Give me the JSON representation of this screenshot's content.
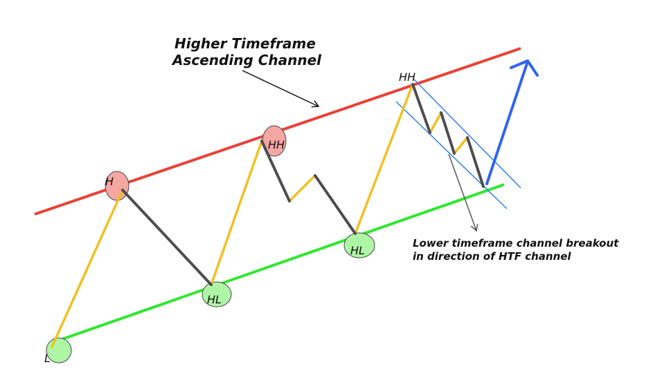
{
  "diagram": {
    "title_lines": [
      "Higher Timeframe",
      "Ascending Channel"
    ],
    "annotation_lines": [
      "Lower timeframe channel breakout",
      "in direction of HTF channel"
    ],
    "points": {
      "l": "L",
      "h": "H",
      "hl1": "HL",
      "hh1": "HH",
      "hl2": "HL",
      "hh2": "HH"
    },
    "colors": {
      "resistance_line": "#ec4035",
      "support_line": "#2ee82e",
      "up_leg": "#f2c020",
      "down_leg": "#4d4d4d",
      "ltf_channel": "#2e7df0",
      "breakout_arrow": "#2f64ef",
      "high_marker_fill": "#f4a7a3",
      "low_marker_fill": "#aef5a6"
    }
  }
}
